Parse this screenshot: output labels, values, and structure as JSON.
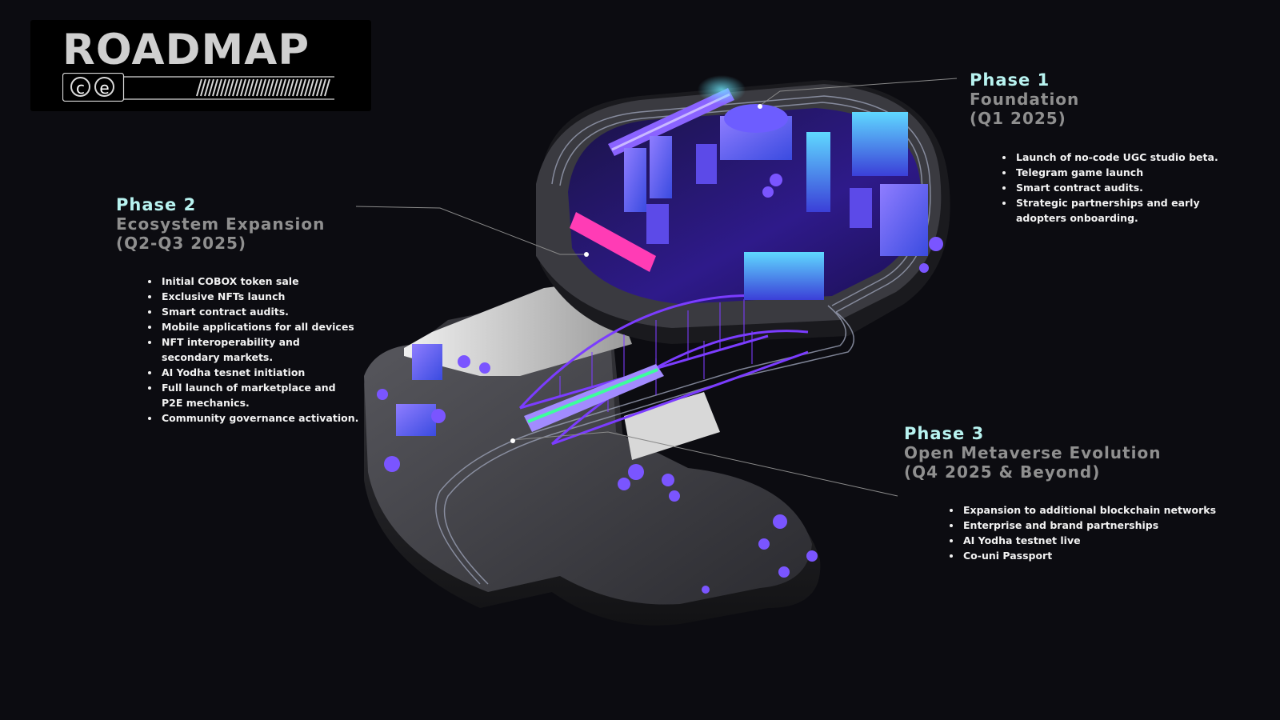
{
  "logo": {
    "title": "ROADMAP",
    "badge_letters": [
      "c",
      "e"
    ]
  },
  "phases": [
    {
      "number": "Phase 1",
      "name": "Foundation",
      "timeframe": "(Q1 2025)",
      "items": [
        "Launch of no-code UGC studio beta.",
        "Telegram game launch",
        "Smart contract audits.",
        "Strategic partnerships and early adopters onboarding."
      ]
    },
    {
      "number": "Phase 2",
      "name": "Ecosystem Expansion",
      "timeframe": "(Q2-Q3 2025)",
      "items": [
        "Initial COBOX token sale",
        "Exclusive NFTs launch",
        "Smart contract audits.",
        "Mobile applications for all devices",
        "NFT interoperability and secondary markets.",
        "AI Yodha tesnet initiation",
        "Full launch of marketplace and P2E mechanics.",
        "Community governance activation."
      ]
    },
    {
      "number": "Phase 3",
      "name": "Open Metaverse Evolution",
      "timeframe": "(Q4 2025 & Beyond)",
      "items": [
        "Expansion to additional blockchain networks",
        "Enterprise and brand partnerships",
        "AI Yodha testnet live",
        "Co-uni Passport"
      ]
    }
  ],
  "colors": {
    "background": "#0c0c11",
    "phase_number": "#b8f3f0",
    "phase_title": "#8f8f8f",
    "accent_purple": "#7b3cff",
    "accent_cyan": "#3ce8ff"
  },
  "illustration_icons": [
    "isometric-city-icon",
    "train-icon",
    "bridge-icon",
    "tree-icon"
  ]
}
